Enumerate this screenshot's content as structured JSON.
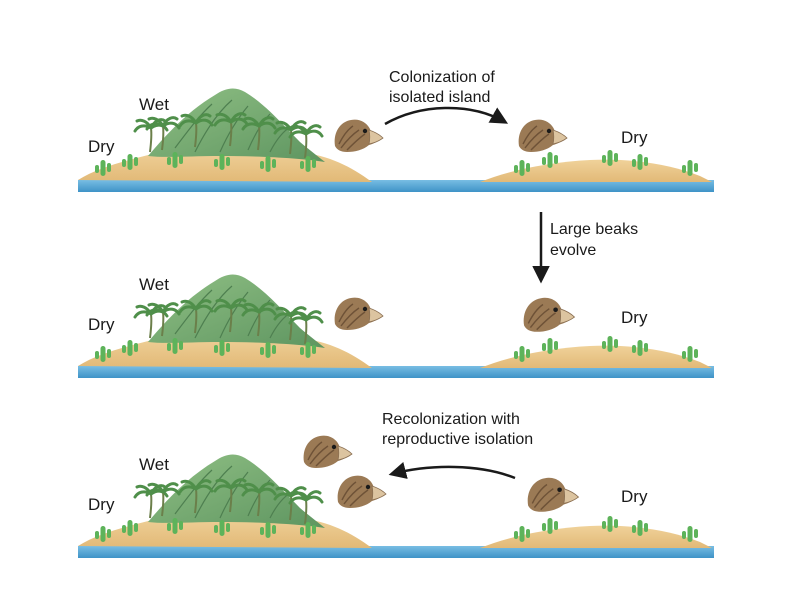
{
  "panels": [
    {
      "wet_label": "Wet",
      "left_dry_label": "Dry",
      "right_dry_label": "Dry",
      "caption_line1": "Colonization of",
      "caption_line2": "isolated island"
    },
    {
      "wet_label": "Wet",
      "left_dry_label": "Dry",
      "right_dry_label": "Dry",
      "caption_line1": "",
      "caption_line2": ""
    },
    {
      "wet_label": "Wet",
      "left_dry_label": "Dry",
      "right_dry_label": "Dry",
      "caption_line1": "Recolonization with",
      "caption_line2": "reproductive isolation"
    }
  ],
  "transition": {
    "line1": "Large beaks",
    "line2": "evolve"
  },
  "colors": {
    "water": "#5aa9d6",
    "sand": "#e8c182",
    "mountain": "#7fae77",
    "cactus": "#5db35a",
    "finch_head": "#9b7a55",
    "beak": "#dcc4a0"
  }
}
